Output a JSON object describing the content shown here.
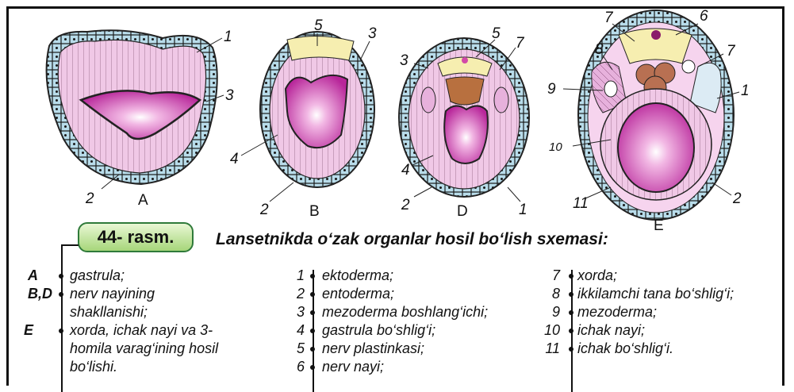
{
  "figure": {
    "badge": "44- rasm.",
    "title": "Lansetnikda o‘zak organlar hosil bo‘lish sxemasi:"
  },
  "stages": [
    {
      "letter": "A",
      "labels": [
        "1",
        "3",
        "2"
      ]
    },
    {
      "letter": "B",
      "labels": [
        "5",
        "3",
        "4",
        "2"
      ]
    },
    {
      "letter": "D",
      "labels": [
        "3",
        "5",
        "7",
        "4",
        "2",
        "1"
      ]
    },
    {
      "letter": "E",
      "labels": [
        "7",
        "6",
        "8",
        "7",
        "9",
        "1",
        "10",
        "11",
        "2"
      ]
    }
  ],
  "legend_stages": [
    {
      "key": "A",
      "lines": [
        "gastrula;"
      ]
    },
    {
      "key": "B,D",
      "lines": [
        "nerv nayining",
        "shakllanishi;"
      ]
    },
    {
      "key": "E",
      "lines": [
        "xorda, ichak nayi va 3-",
        "homila varag‘ining hosil",
        "bo‘lishi."
      ]
    }
  ],
  "legend_numbers_1": [
    {
      "num": "1",
      "text": "ektoderma;"
    },
    {
      "num": "2",
      "text": "entoderma;"
    },
    {
      "num": "3",
      "text": "mezoderma boshlang‘ichi;"
    },
    {
      "num": "4",
      "text": "gastrula bo‘shlig‘i;"
    },
    {
      "num": "5",
      "text": "nerv plastinkasi;"
    },
    {
      "num": "6",
      "text": "nerv nayi;"
    }
  ],
  "legend_numbers_2": [
    {
      "num": "7",
      "text": "xorda;"
    },
    {
      "num": "8",
      "text": "ikkilamchi tana bo‘shlig‘i;"
    },
    {
      "num": "9",
      "text": "mezoderma;"
    },
    {
      "num": "10",
      "text": "ichak nayi;"
    },
    {
      "num": "11",
      "text": "ichak bo‘shlig‘i."
    }
  ],
  "colors": {
    "ectoderm": "#b8dcea",
    "endoderm": "#f0c8e6",
    "cavity": "#c83aa8",
    "neural_plate": "#f6eeb0",
    "notochord": "#b87052",
    "outline": "#222222"
  }
}
